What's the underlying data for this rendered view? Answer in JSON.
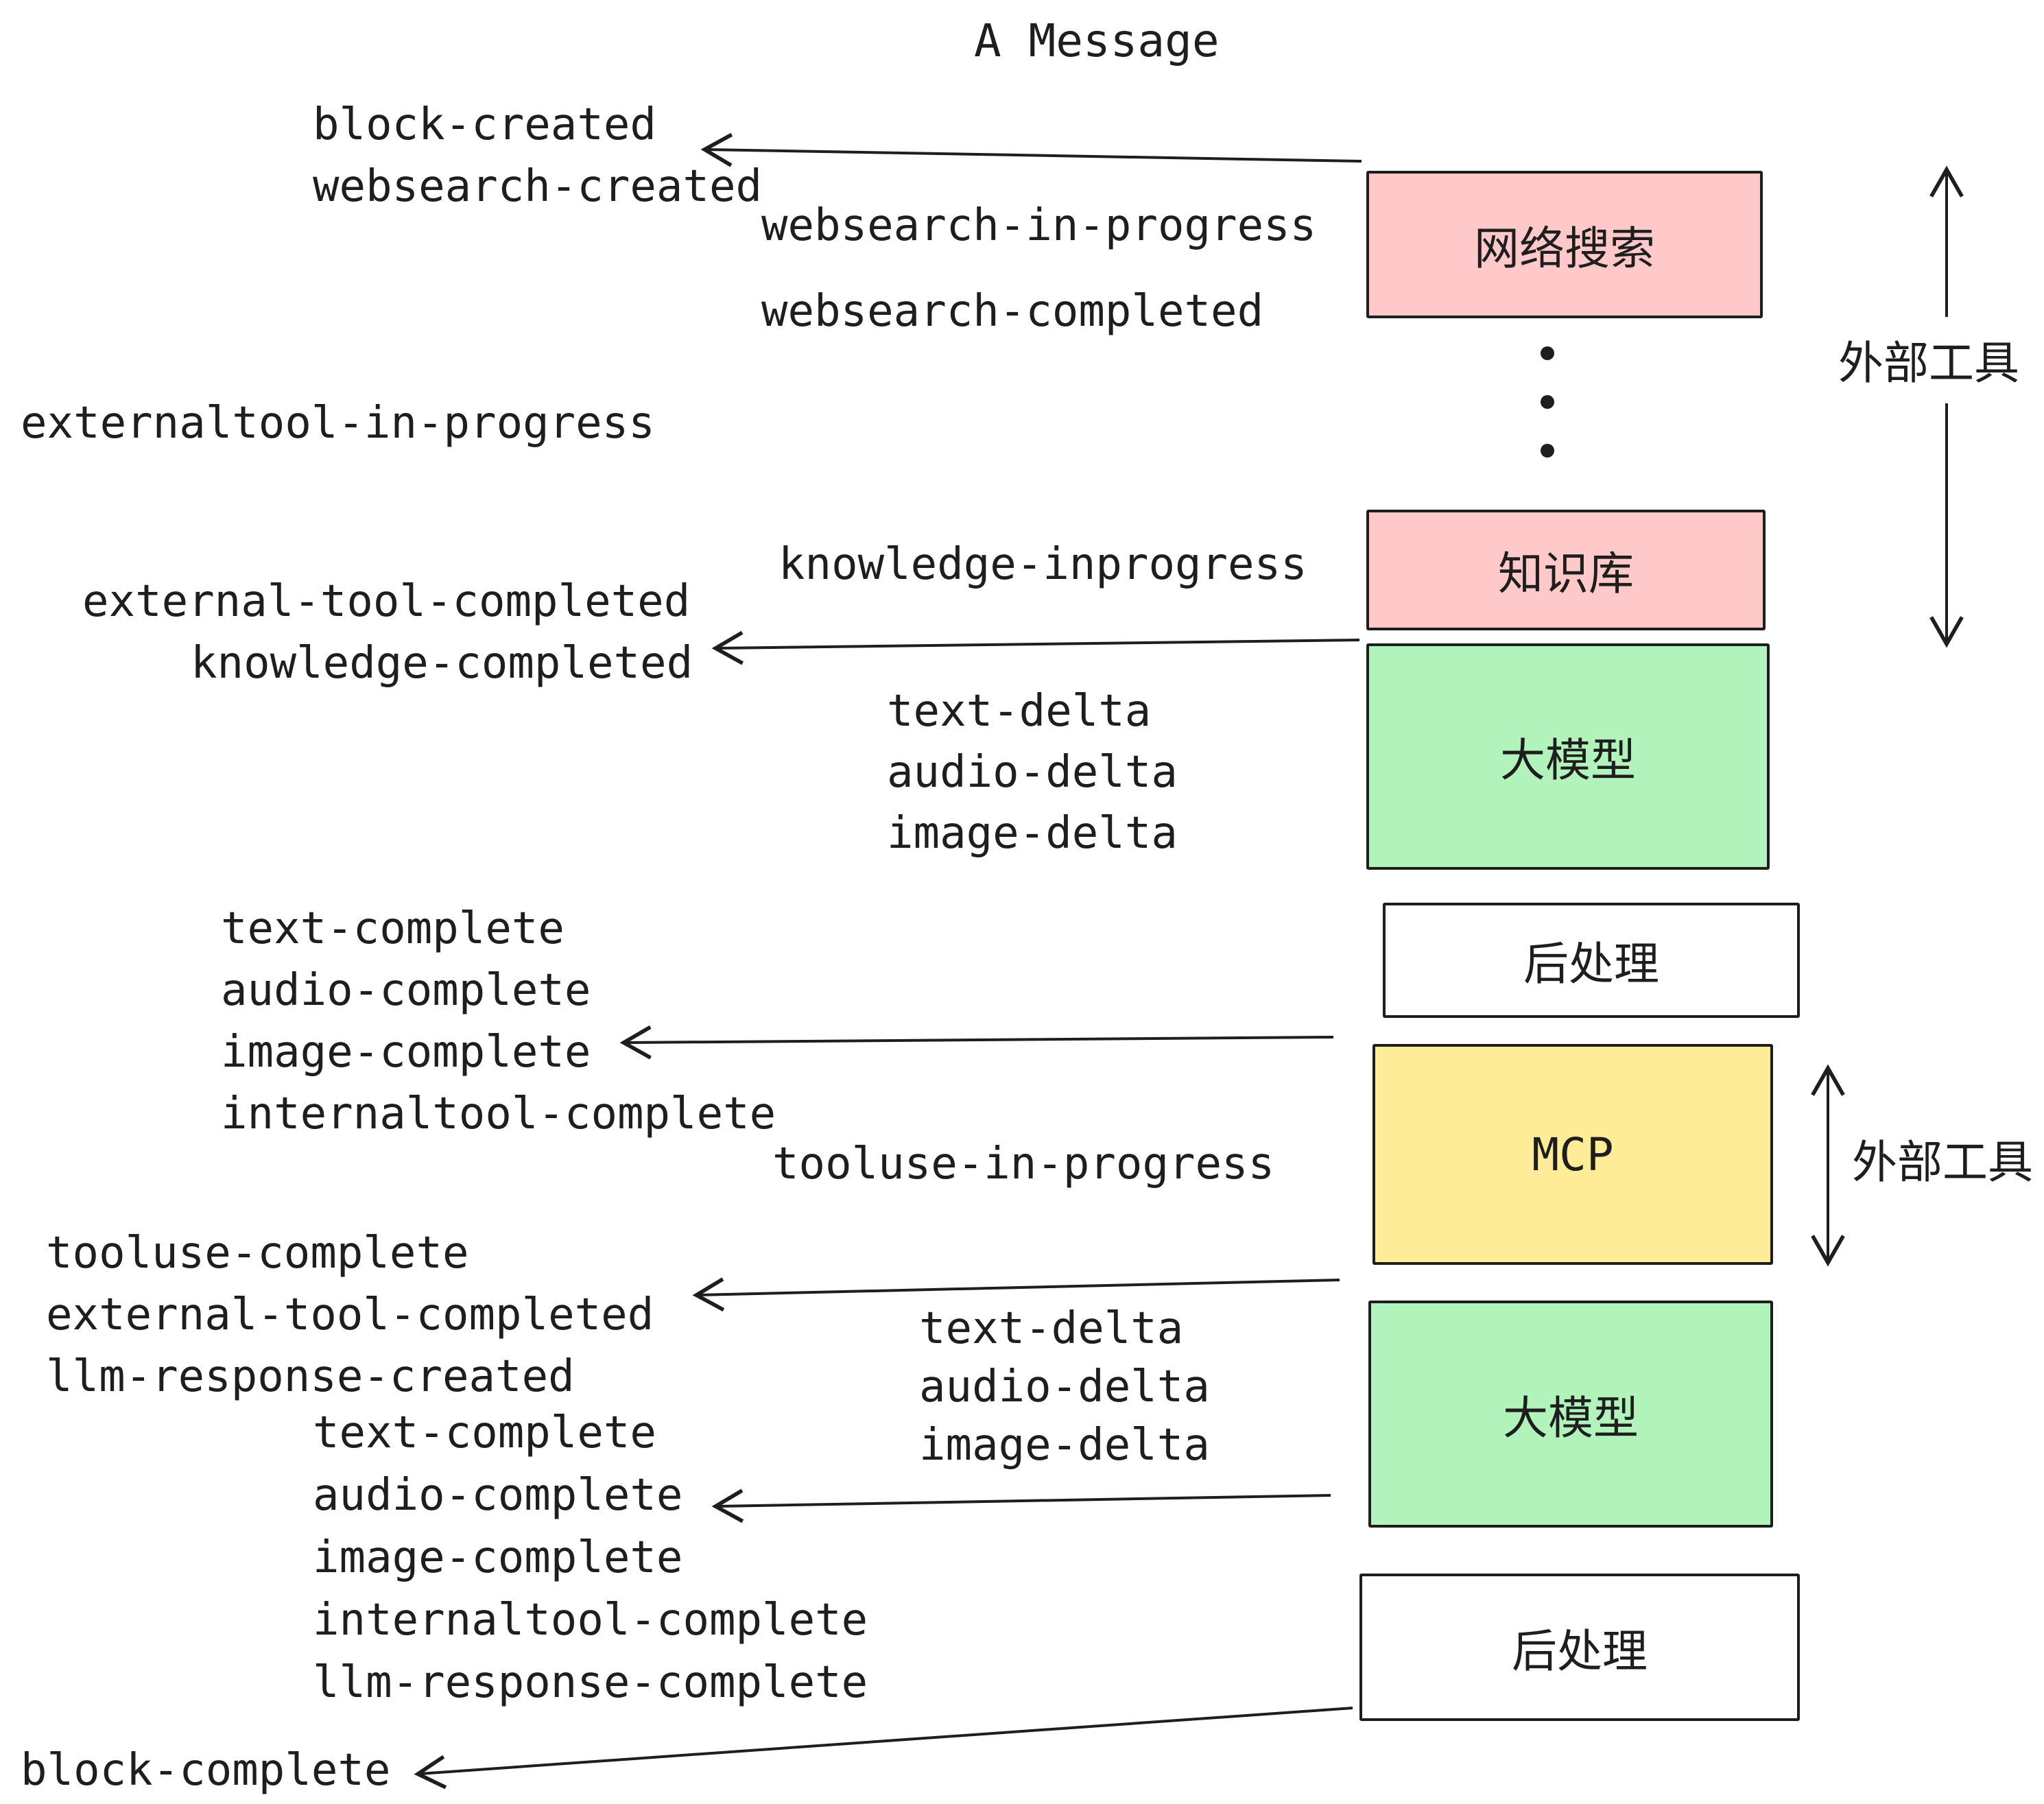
{
  "title": "A Message",
  "colors": {
    "ink": "#1e1e1e",
    "box_pink": "#ffc9c9",
    "box_green": "#b2f2bb",
    "box_yellow": "#ffec99",
    "box_white": "#ffffff"
  },
  "boxes": {
    "websearch": {
      "label": "网络搜索",
      "color": "#ffc9c9"
    },
    "knowledge": {
      "label": "知识库",
      "color": "#ffc9c9"
    },
    "llm1": {
      "label": "大模型",
      "color": "#b2f2bb"
    },
    "post1": {
      "label": "后处理",
      "color": "#ffffff"
    },
    "mcp": {
      "label": "MCP",
      "color": "#ffec99"
    },
    "llm2": {
      "label": "大模型",
      "color": "#b2f2bb"
    },
    "post2": {
      "label": "后处理",
      "color": "#ffffff"
    }
  },
  "side_labels": {
    "external_tools_top": "外部工具",
    "external_tools_mid": "外部工具"
  },
  "events": {
    "block_created": "block-created",
    "websearch_created": "websearch-created",
    "websearch_in_progress": "websearch-in-progress",
    "websearch_completed": "websearch-completed",
    "externaltool_in_progress": "externaltool-in-progress",
    "knowledge_inprogress": "knowledge-inprogress",
    "external_tool_completed_1": "external-tool-completed",
    "knowledge_completed": "knowledge-completed",
    "delta1": [
      "text-delta",
      "audio-delta",
      "image-delta"
    ],
    "complete1": [
      "text-complete",
      "audio-complete",
      "image-complete",
      "internaltool-complete"
    ],
    "tooluse_in_progress": "tooluse-in-progress",
    "tooluse_group": [
      "tooluse-complete",
      "external-tool-completed",
      "llm-response-created"
    ],
    "delta2": [
      "text-delta",
      "audio-delta",
      "image-delta"
    ],
    "complete2": [
      "text-complete",
      "audio-complete",
      "image-complete",
      "internaltool-complete",
      "llm-response-complete"
    ],
    "block_complete": "block-complete"
  }
}
